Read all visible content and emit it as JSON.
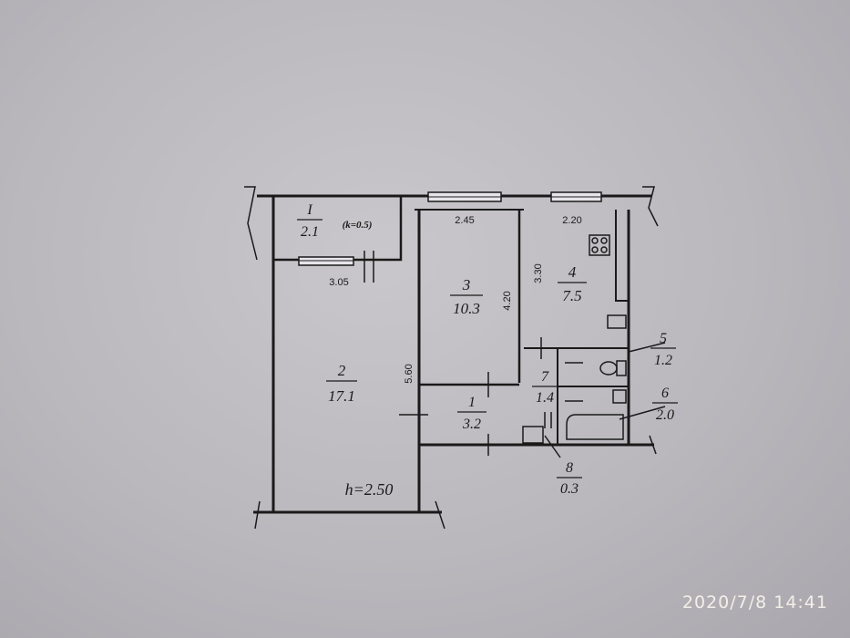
{
  "rooms": {
    "balcony": {
      "number": "I",
      "area": "2.1",
      "coef": "(k=0.5)"
    },
    "living": {
      "number": "2",
      "area": "17.1"
    },
    "bedroom": {
      "number": "3",
      "area": "10.3"
    },
    "kitchen": {
      "number": "4",
      "area": "7.5"
    },
    "toilet": {
      "number": "5",
      "area": "1.2"
    },
    "bath": {
      "number": "6",
      "area": "2.0"
    },
    "corridor": {
      "number": "7",
      "area": "1.4"
    },
    "hall": {
      "number": "1",
      "area": "3.2"
    },
    "closet": {
      "number": "8",
      "area": "0.3"
    }
  },
  "dimensions": {
    "balcony_width": "3.05",
    "bedroom_width": "2.45",
    "kitchen_width": "2.20",
    "kitchen_depth": "3.30",
    "bedroom_depth": "4.20",
    "living_depth": "5.60"
  },
  "ceiling_height": "h=2.50",
  "timestamp": "2020/7/8  14:41"
}
